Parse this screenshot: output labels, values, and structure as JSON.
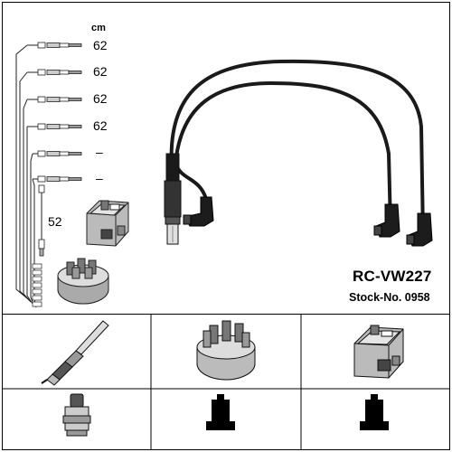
{
  "unit": "cm",
  "lengths": [
    "62",
    "62",
    "62",
    "62",
    "–",
    "–"
  ],
  "coil_lead_length": "52",
  "model": "RC-VW227",
  "stock": "Stock-No. 0958"
}
